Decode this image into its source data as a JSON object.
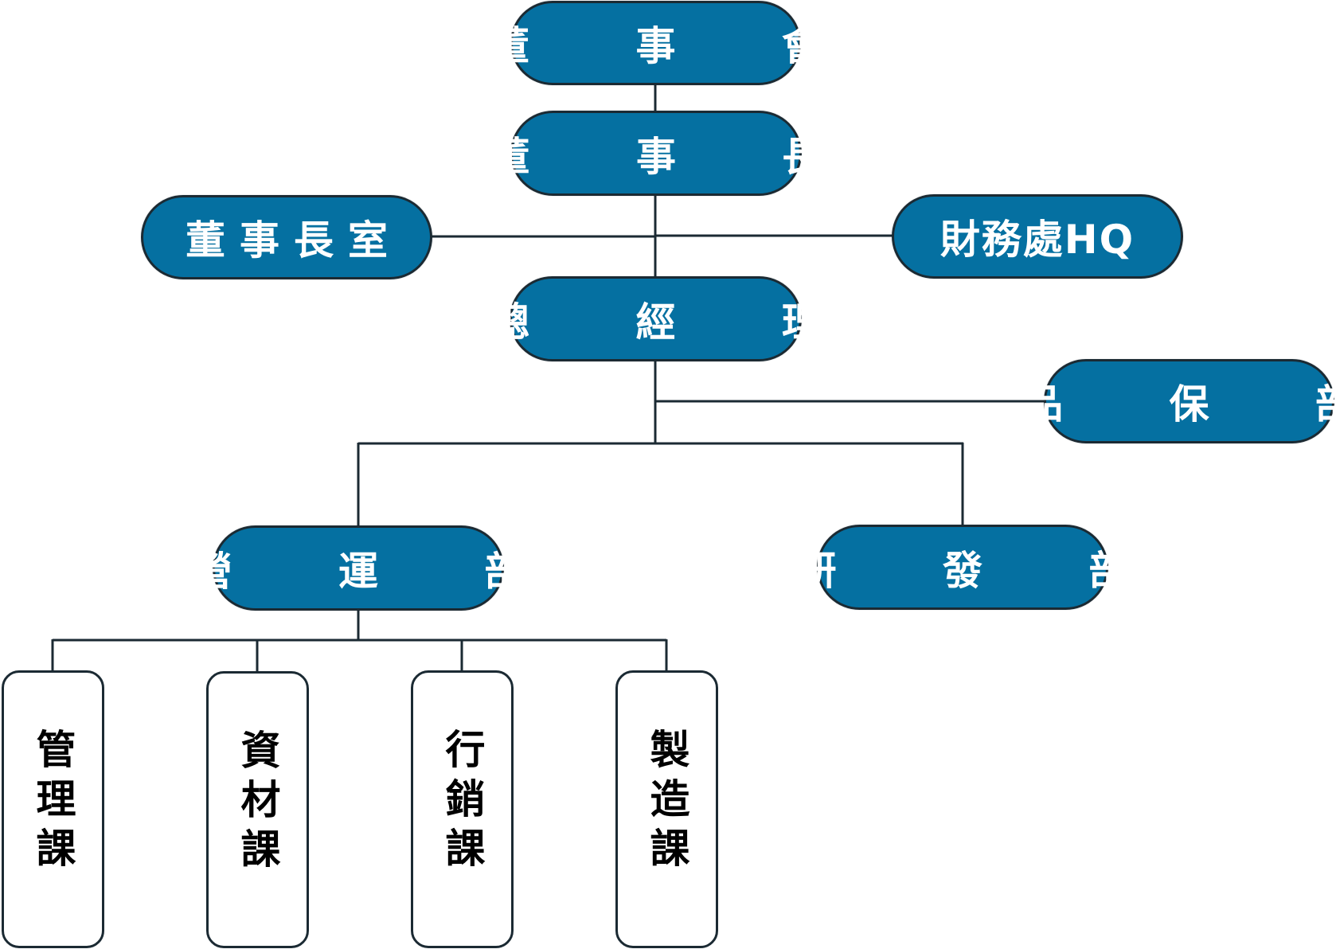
{
  "nodes": {
    "board": "董 事 會",
    "chairman": "董 事 長",
    "chairman_office": "董事長室",
    "finance": "財務處HQ",
    "general_manager": "總 經 理",
    "quality": "品 保 部",
    "operations": "營 運 部",
    "rnd": "研 發 部"
  },
  "sections": {
    "management": "管理課",
    "materials": "資材課",
    "marketing": "行銷課",
    "manufacturing": "製造課"
  },
  "colors": {
    "node_fill": "#0570a1",
    "node_text": "#ffffff",
    "line": "#1b2a33",
    "section_fill": "#ffffff",
    "section_text": "#000000"
  }
}
